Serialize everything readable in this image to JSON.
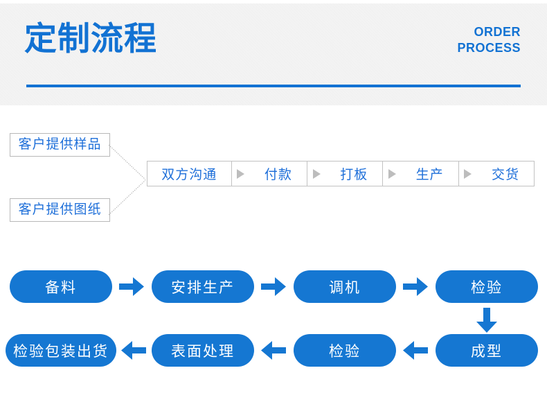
{
  "header": {
    "title": "定制流程",
    "english_line1": "ORDER",
    "english_line2": "PROCESS",
    "accent_color": "#1272d3",
    "band_color": "#efefef"
  },
  "top_flow": {
    "sources": [
      {
        "label": "客户提供样品"
      },
      {
        "label": "客户提供图纸"
      }
    ],
    "chain": [
      {
        "label": "双方沟通"
      },
      {
        "label": "付款"
      },
      {
        "label": "打板"
      },
      {
        "label": "生产"
      },
      {
        "label": "交货"
      }
    ],
    "separator_icon": "triangle-right-icon",
    "box_border_color": "#b8b8b8",
    "text_color": "#1e6fd9"
  },
  "bottom_flow": {
    "pill_color": "#1577d2",
    "pill_text_color": "#ffffff",
    "row1": [
      {
        "label": "备料"
      },
      {
        "label": "安排生产"
      },
      {
        "label": "调机"
      },
      {
        "label": "检验"
      }
    ],
    "row2": [
      {
        "label": "检验包装出货"
      },
      {
        "label": "表面处理"
      },
      {
        "label": "检验"
      },
      {
        "label": "成型"
      }
    ],
    "arrows": {
      "row1": [
        "arrow-right-icon",
        "arrow-right-icon",
        "arrow-right-icon"
      ],
      "down": "arrow-down-icon",
      "row2": [
        "arrow-left-icon",
        "arrow-left-icon",
        "arrow-left-icon"
      ]
    }
  }
}
